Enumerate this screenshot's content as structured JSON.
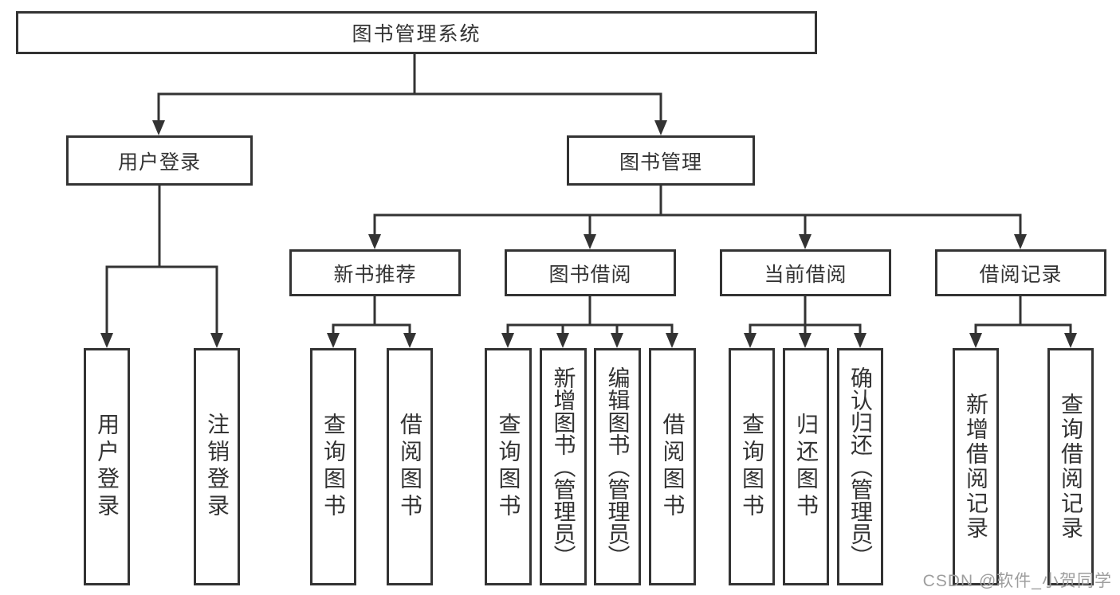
{
  "diagram": {
    "title": "图书管理系统",
    "nodes": {
      "root": "图书管理系统",
      "user_login": "用户登录",
      "book_management": "图书管理",
      "user_login_action": "用户登录",
      "logout_action": "注销登录",
      "new_book_recommend": "新书推荐",
      "book_borrow": "图书借阅",
      "current_borrow": "当前借阅",
      "borrow_records": "借阅记录",
      "nb_query_books": "查询图书",
      "nb_borrow_books": "借阅图书",
      "bb_query_books": "查询图书",
      "bb_add_books_admin": "新增图书（管理员）",
      "bb_edit_books_admin": "编辑图书（管理员）",
      "bb_borrow_books": "借阅图书",
      "cb_query_books": "查询图书",
      "cb_return_books": "归还图书",
      "cb_confirm_return_admin": "确认归还（管理员）",
      "br_add_record": "新增借阅记录",
      "br_query_record": "查询借阅记录"
    }
  },
  "watermark": "CSDN @软件_小贺同学",
  "colors": {
    "line": "#333333",
    "text": "#333333",
    "watermark": "#9e9e9e",
    "background": "#ffffff"
  }
}
